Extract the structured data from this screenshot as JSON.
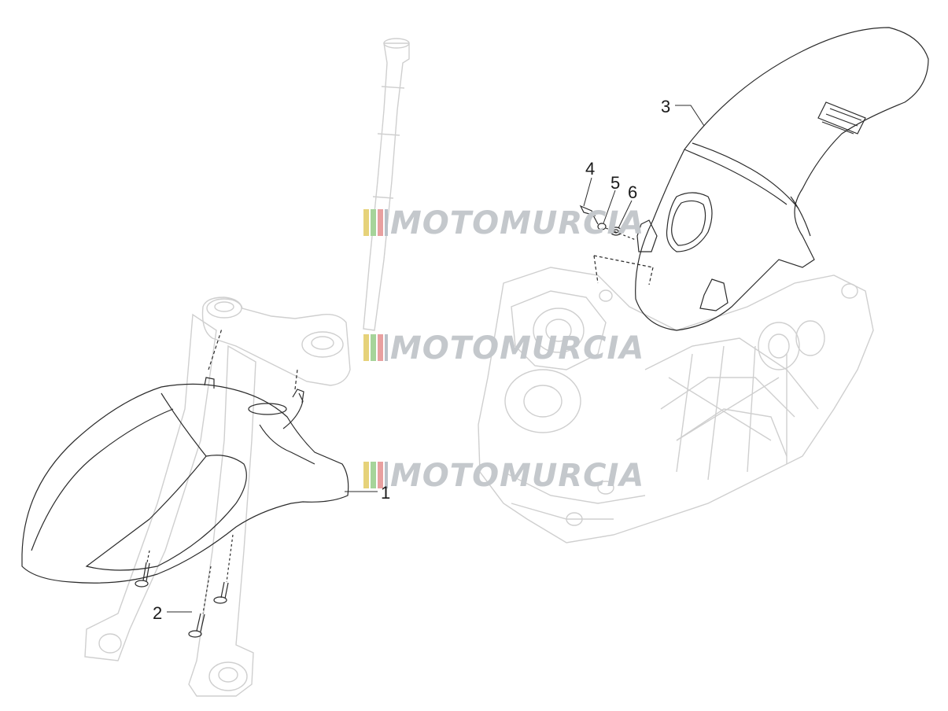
{
  "callouts": [
    {
      "id": "1",
      "text": "1"
    },
    {
      "id": "2",
      "text": "2"
    },
    {
      "id": "3",
      "text": "3"
    },
    {
      "id": "4",
      "text": "4"
    },
    {
      "id": "5",
      "text": "5"
    },
    {
      "id": "6",
      "text": "6"
    }
  ],
  "watermark": {
    "text": "MOTOMURCIA",
    "stripe_colors": [
      "#e6d27a",
      "#a6d49a",
      "#e8a0a0",
      "#b8c0c8"
    ],
    "text_color": "#c4c8cc"
  },
  "colors": {
    "ghost_line": "#cfcfcf",
    "part_line": "#2b2b2b",
    "callout_text": "#1a1a1a"
  }
}
